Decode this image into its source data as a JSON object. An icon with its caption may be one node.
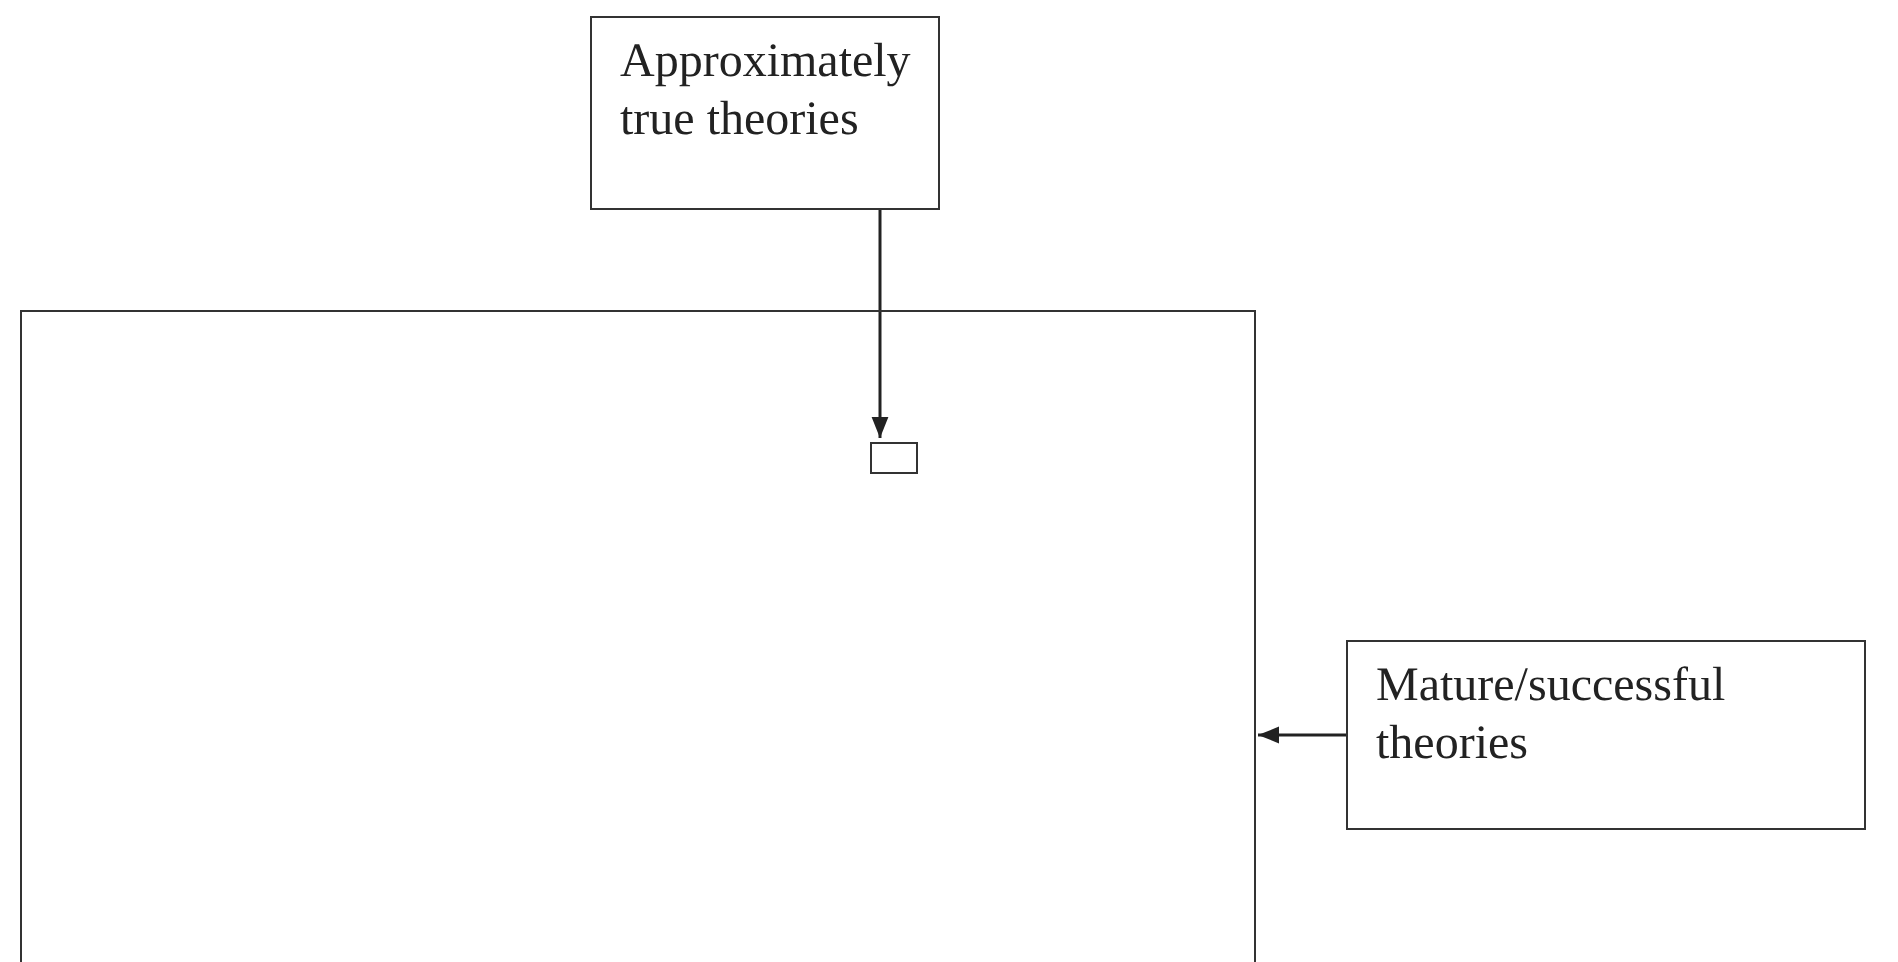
{
  "diagram": {
    "nodes": [
      {
        "text": [
          "Approximately true theories"
        ]
      },
      {
        "text": [],
        "shape": "box"
      },
      {
        "text": [],
        "shape": "box",
        "in": 1
      },
      {
        "text": [
          "Mature/successful theories"
        ]
      }
    ],
    "edges": [
      {
        "from": 0,
        "to": 2,
        "arrow": "to"
      },
      {
        "from": 3,
        "to": 1,
        "arrow": "to"
      }
    ]
  }
}
